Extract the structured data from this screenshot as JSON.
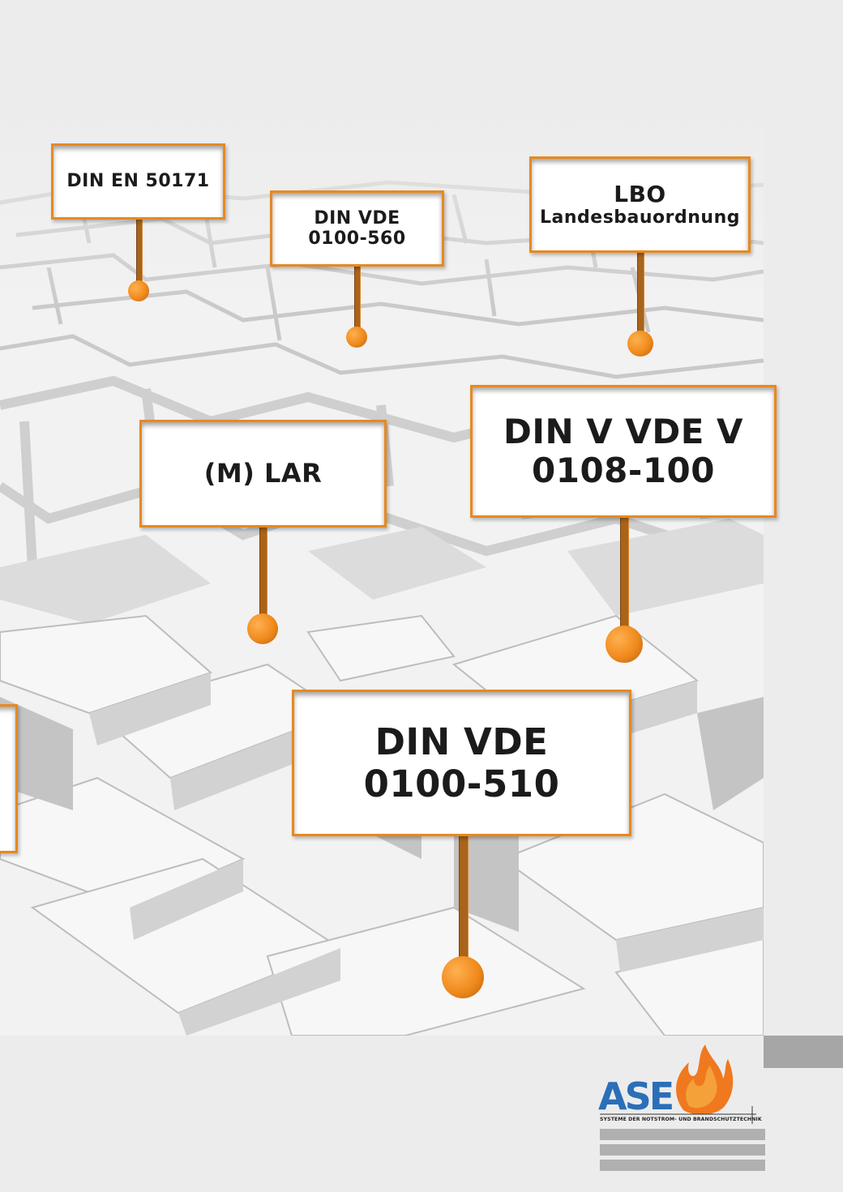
{
  "signs": {
    "din_en_50171": "DIN EN 50171",
    "din_vde_0100_560": {
      "line1": "DIN VDE",
      "line2": "0100-560"
    },
    "lbo": {
      "line1": "LBO",
      "line2": "Landesbauordnung"
    },
    "mlar": "(M) LAR",
    "din_v_vde_v_0108": {
      "line1": "DIN V VDE V",
      "line2": "0108-100"
    },
    "din_vde_0100_510": {
      "line1": "DIN VDE",
      "line2": "0100-510"
    }
  },
  "logo": {
    "brand": "ASE",
    "registered": "®",
    "tagline": "SYSTEME DER NOTSTROM- UND BRANDSCHUTZTECHNIK"
  },
  "colors": {
    "sign_border": "#e8891e",
    "pole": "#a9641a",
    "logo_blue": "#2a6fb8",
    "flame_orange": "#f0781e",
    "page_background": "#ececec",
    "tab_gray": "#a6a6a6"
  }
}
